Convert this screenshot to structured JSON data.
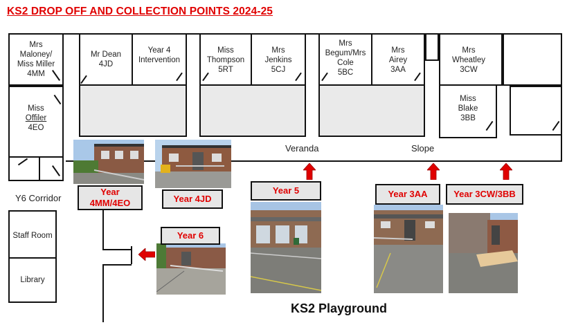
{
  "title": "KS2 DROP OFF AND COLLECTION POINTS 2024-25",
  "rooms": {
    "maloney": [
      "Mrs",
      "Maloney/",
      "Miss Miller",
      "4MM"
    ],
    "offiler_pre": "Miss",
    "offiler_name": "Offiler",
    "offiler_class": "4EO",
    "dean": [
      "Mr Dean",
      "4JD"
    ],
    "intervention": [
      "Year 4",
      "Intervention"
    ],
    "thompson": [
      "Miss",
      "Thompson",
      "5RT"
    ],
    "jenkins": [
      "Mrs",
      "Jenkins",
      "5CJ"
    ],
    "begum": [
      "Mrs",
      "Begum/Mrs",
      "Cole",
      "5BC"
    ],
    "airey": [
      "Mrs",
      "Airey",
      "3AA"
    ],
    "wheatley": [
      "Mrs",
      "Wheatley",
      "3CW"
    ],
    "blake": [
      "Miss",
      "Blake",
      "3BB"
    ],
    "staff_room": "Staff Room",
    "library": "Library"
  },
  "labels": {
    "veranda": "Veranda",
    "slope": "Slope",
    "y6_corridor": "Y6 Corridor",
    "playground": "KS2 Playground"
  },
  "tags": {
    "y4mm": [
      "Year",
      "4MM/4EO"
    ],
    "y4jd": "Year  4JD",
    "y6": "Year  6",
    "y5": "Year 5",
    "y3aa": "Year 3AA",
    "y3cw": "Year 3CW/3BB"
  },
  "colors": {
    "accent": "#e00000",
    "tag_bg": "#e6e6e6",
    "room_fill": "#eaeaea"
  }
}
